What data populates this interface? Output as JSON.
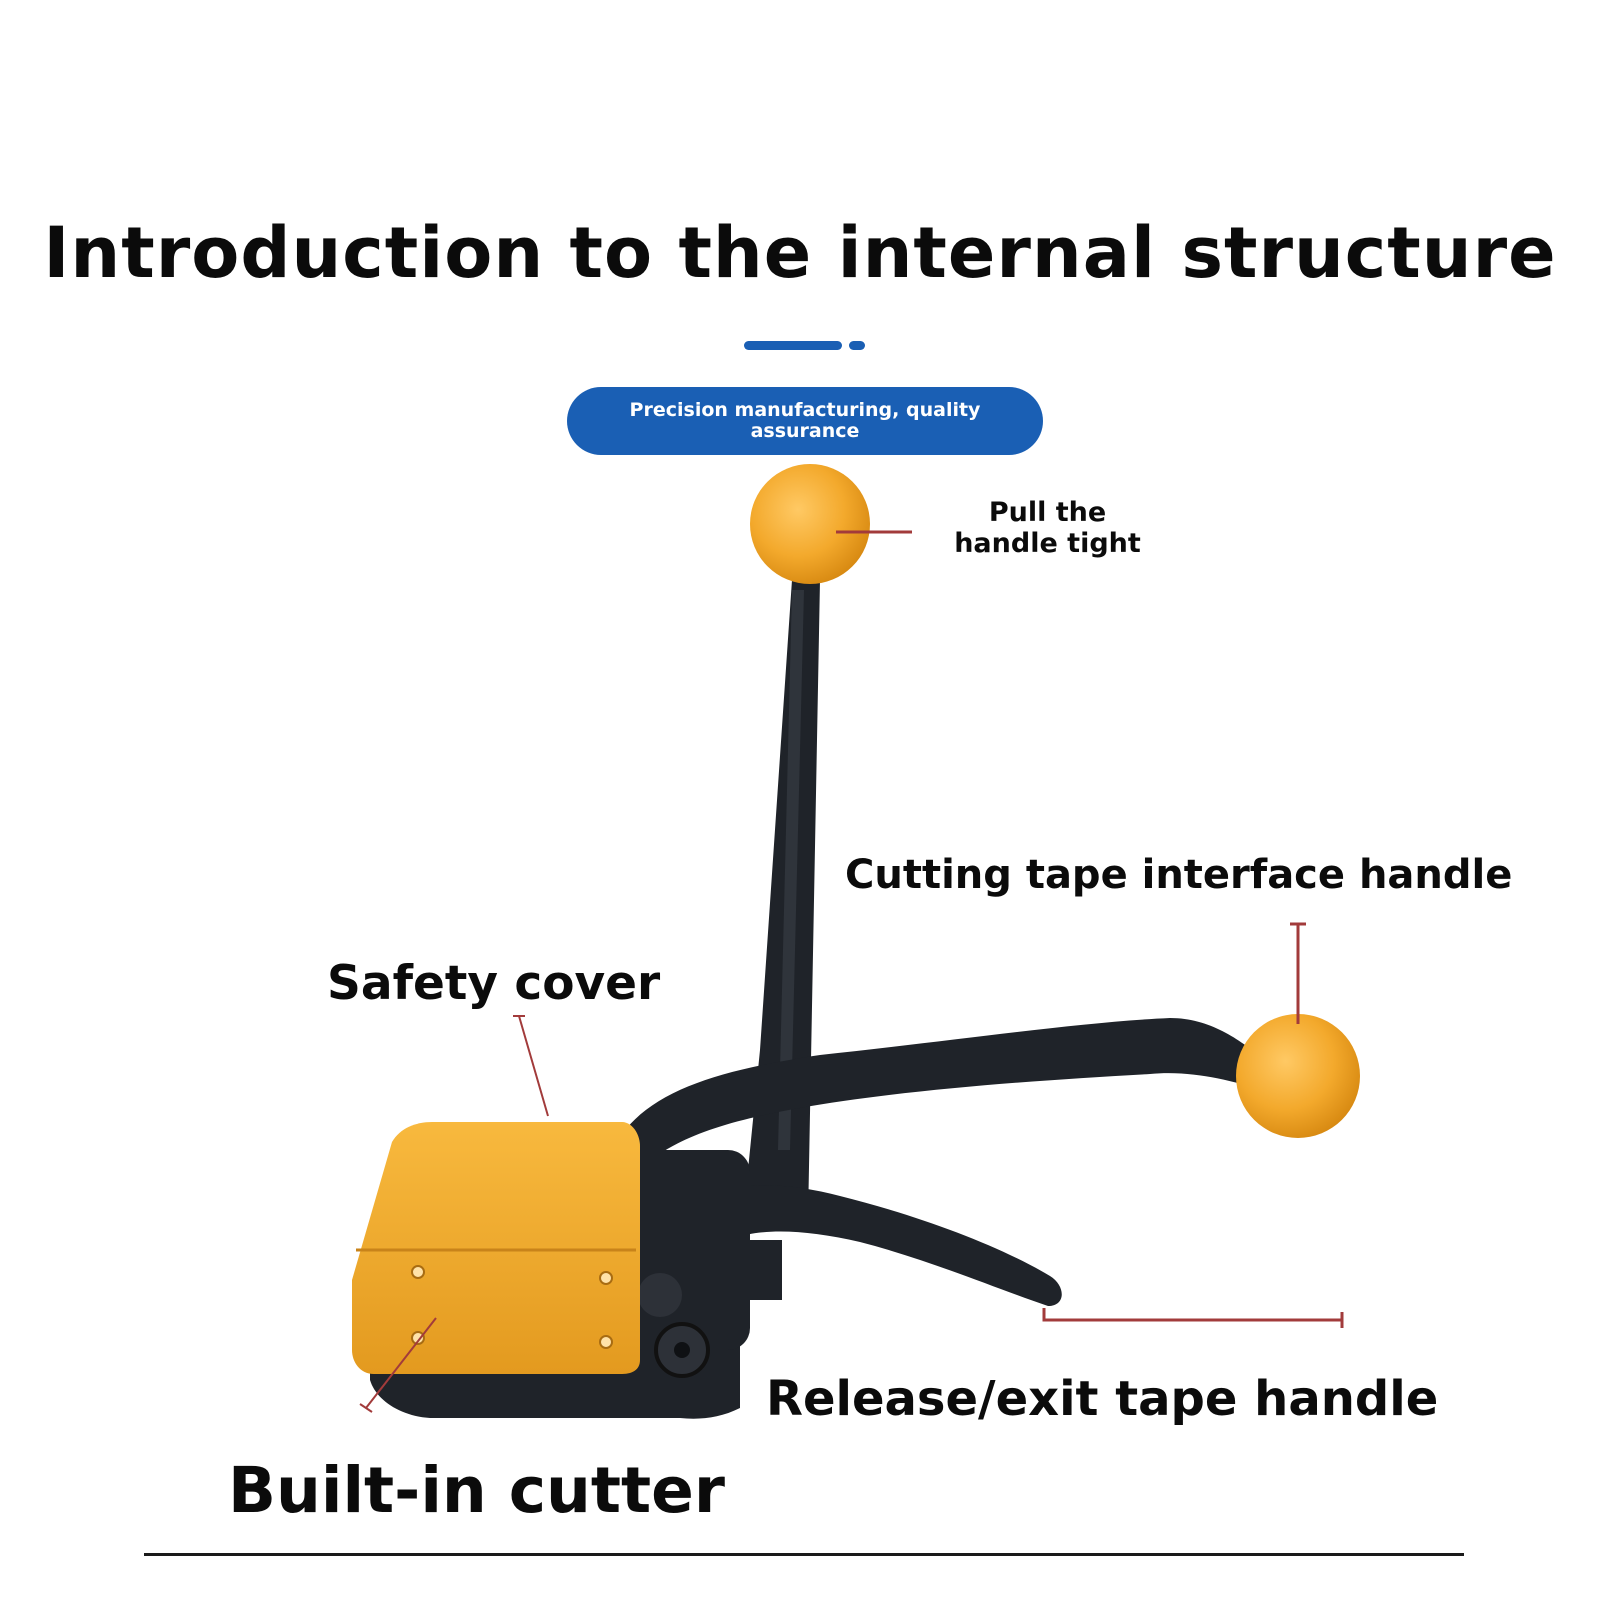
{
  "title": "Introduction to the internal structure",
  "badge": "Precision manufacturing, quality assurance",
  "labels": {
    "pull_handle": "Pull the handle tight",
    "cutting_handle": "Cutting tape interface handle",
    "safety_cover": "Safety cover",
    "release_handle": "Release/exit tape handle",
    "cutter": "Built-in cutter"
  },
  "colors": {
    "accent_blue": "#1a5fb4",
    "tool_yellow": "#f3a92c",
    "tool_black": "#1f2329",
    "leader_red": "#a23b3b",
    "text": "#0b0b0b"
  }
}
